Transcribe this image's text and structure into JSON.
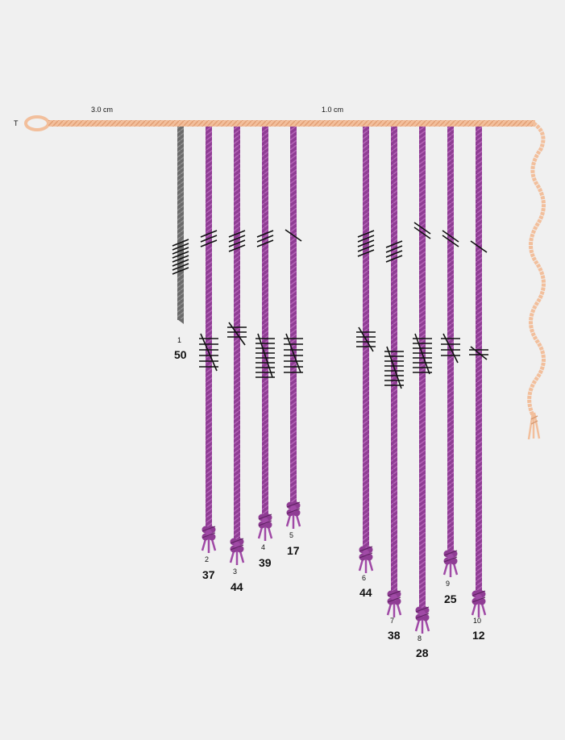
{
  "primary": {
    "top_label": "T",
    "spacing_labels": [
      "3.0 cm",
      "1.0 cm"
    ],
    "color": "#f2bf9c"
  },
  "colors": {
    "purple": "#8f3d94",
    "gray": "#6b6b6b",
    "knot": "#111111"
  },
  "cords": [
    {
      "id": "1",
      "value": "50",
      "color": "gray"
    },
    {
      "id": "2",
      "value": "37",
      "color": "purple"
    },
    {
      "id": "3",
      "value": "44",
      "color": "purple"
    },
    {
      "id": "4",
      "value": "39",
      "color": "purple"
    },
    {
      "id": "5",
      "value": "17",
      "color": "purple"
    },
    {
      "id": "6",
      "value": "44",
      "color": "purple"
    },
    {
      "id": "7",
      "value": "38",
      "color": "purple"
    },
    {
      "id": "8",
      "value": "28",
      "color": "purple"
    },
    {
      "id": "9",
      "value": "25",
      "color": "purple"
    },
    {
      "id": "10",
      "value": "12",
      "color": "purple"
    }
  ]
}
